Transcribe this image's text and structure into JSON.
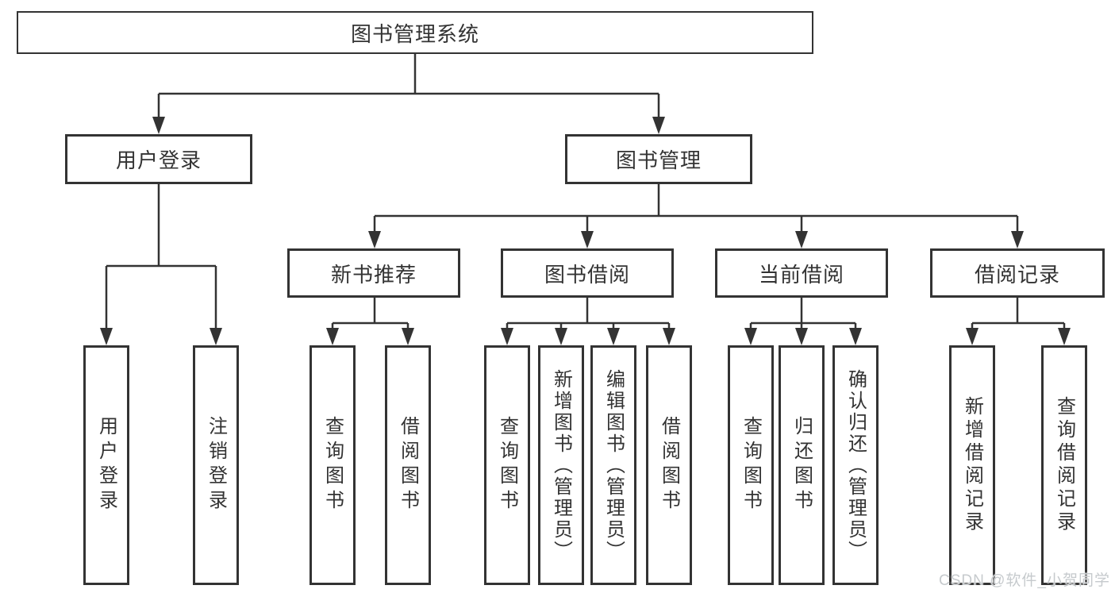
{
  "diagram": {
    "root": {
      "label": "图书管理系统",
      "children": [
        {
          "label": "用户登录",
          "children": [
            {
              "label": "用户登录"
            },
            {
              "label": "注销登录"
            }
          ]
        },
        {
          "label": "图书管理",
          "children": [
            {
              "label": "新书推荐",
              "children": [
                {
                  "label": "查询图书"
                },
                {
                  "label": "借阅图书"
                }
              ]
            },
            {
              "label": "图书借阅",
              "children": [
                {
                  "label": "查询图书"
                },
                {
                  "label": "新增图书（管理员）"
                },
                {
                  "label": "编辑图书（管理员）"
                },
                {
                  "label": "借阅图书"
                }
              ]
            },
            {
              "label": "当前借阅",
              "children": [
                {
                  "label": "查询图书"
                },
                {
                  "label": "归还图书"
                },
                {
                  "label": "确认归还（管理员）"
                }
              ]
            },
            {
              "label": "借阅记录",
              "children": [
                {
                  "label": "新增借阅记录"
                },
                {
                  "label": "查询借阅记录"
                }
              ]
            }
          ]
        }
      ]
    }
  },
  "watermark": {
    "text": "CSDN @软件_小贺同学"
  },
  "colors": {
    "line": "#333333",
    "text": "#333333",
    "background": "#ffffff",
    "watermark": "#c6cacd"
  }
}
